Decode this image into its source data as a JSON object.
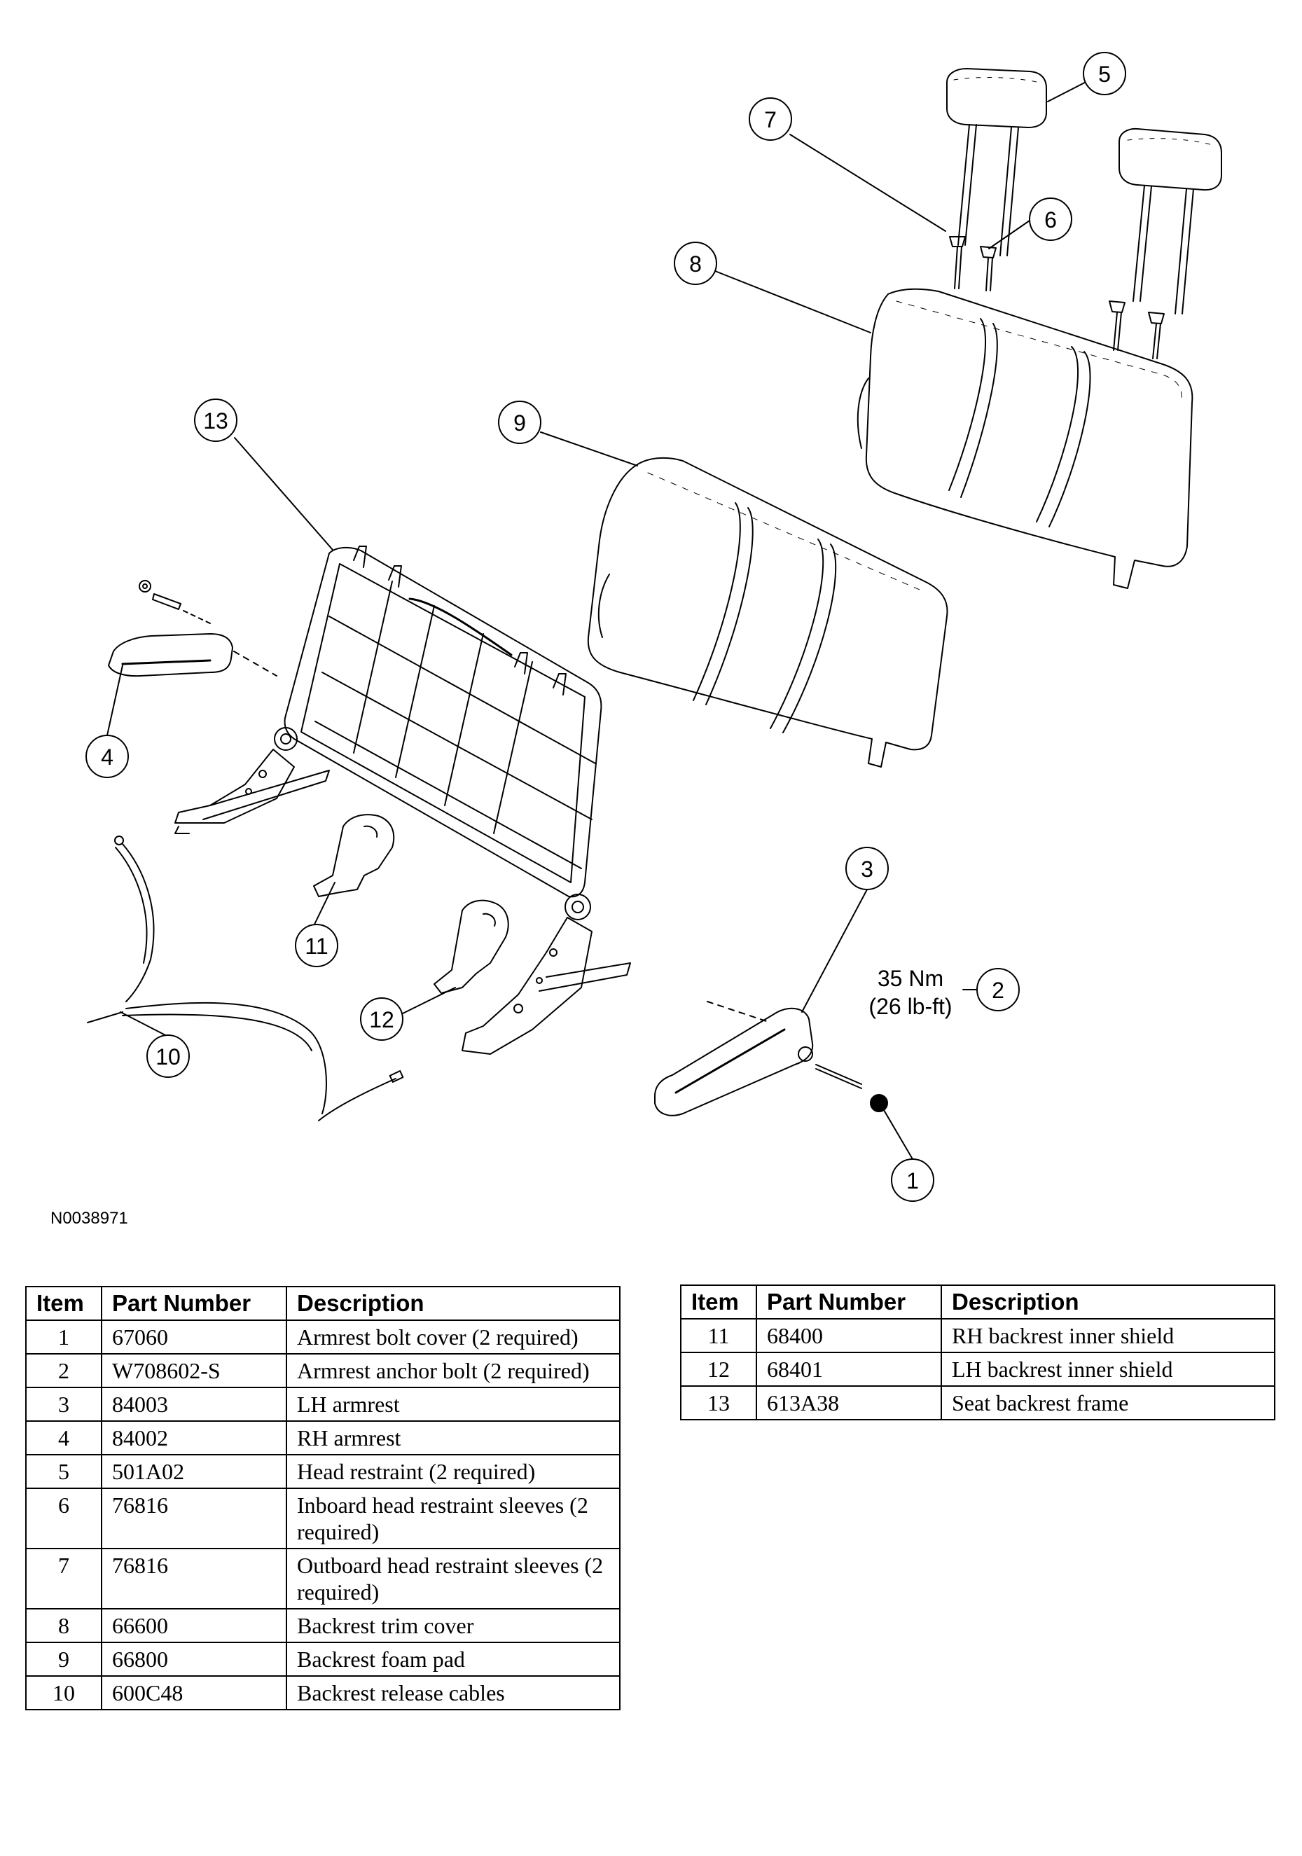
{
  "figure_id": "N0038971",
  "torque_spec": {
    "metric": "35 Nm",
    "imperial": "(26 lb-ft)"
  },
  "callouts": [
    "1",
    "2",
    "3",
    "4",
    "5",
    "6",
    "7",
    "8",
    "9",
    "10",
    "11",
    "12",
    "13"
  ],
  "tables": [
    {
      "headers": [
        "Item",
        "Part Number",
        "Description"
      ],
      "rows": [
        [
          "1",
          "67060",
          "Armrest bolt cover (2 required)"
        ],
        [
          "2",
          "W708602-S",
          "Armrest anchor bolt (2 required)"
        ],
        [
          "3",
          "84003",
          "LH armrest"
        ],
        [
          "4",
          "84002",
          "RH armrest"
        ],
        [
          "5",
          "501A02",
          "Head restraint (2 required)"
        ],
        [
          "6",
          "76816",
          "Inboard head restraint sleeves (2 required)"
        ],
        [
          "7",
          "76816",
          "Outboard head restraint sleeves (2 required)"
        ],
        [
          "8",
          "66600",
          "Backrest trim cover"
        ],
        [
          "9",
          "66800",
          "Backrest foam pad"
        ],
        [
          "10",
          "600C48",
          "Backrest release cables"
        ]
      ]
    },
    {
      "headers": [
        "Item",
        "Part Number",
        "Description"
      ],
      "rows": [
        [
          "11",
          "68400",
          "RH backrest inner shield"
        ],
        [
          "12",
          "68401",
          "LH backrest inner shield"
        ],
        [
          "13",
          "613A38",
          "Seat backrest frame"
        ]
      ]
    }
  ]
}
